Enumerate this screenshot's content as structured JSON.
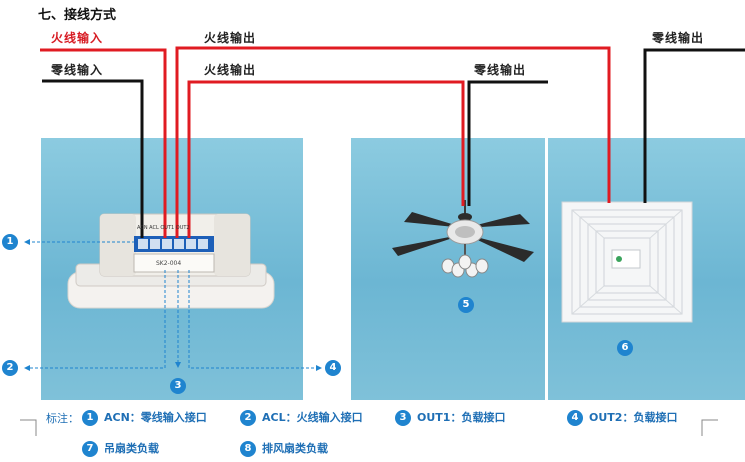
{
  "title": "七、接线方式",
  "wire_labels": {
    "live_in": "火线输入",
    "neutral_in": "零线输入",
    "live_out_1": "火线输出",
    "live_out_2": "火线输出",
    "neutral_out_fan": "零线输出",
    "neutral_out_exhaust": "零线输出"
  },
  "device": {
    "model_text": "SK2-004",
    "terminal_text": "ACN ACL OUT1 OUT2"
  },
  "badges": [
    "1",
    "2",
    "3",
    "4",
    "5",
    "6"
  ],
  "legend": {
    "prefix": "标注：",
    "items": [
      {
        "num": "1",
        "text": "ACN：零线输入接口"
      },
      {
        "num": "2",
        "text": "ACL：火线输入接口"
      },
      {
        "num": "3",
        "text": "OUT1：负载接口"
      },
      {
        "num": "4",
        "text": "OUT2：负载接口"
      },
      {
        "num": "7",
        "text": "吊扇类负载"
      },
      {
        "num": "8",
        "text": "排风扇类负载"
      }
    ]
  },
  "colors": {
    "live_wire": "#e01b22",
    "neutral_wire": "#111111",
    "badge": "#1f84cf",
    "panel": "#7fc4dc"
  }
}
